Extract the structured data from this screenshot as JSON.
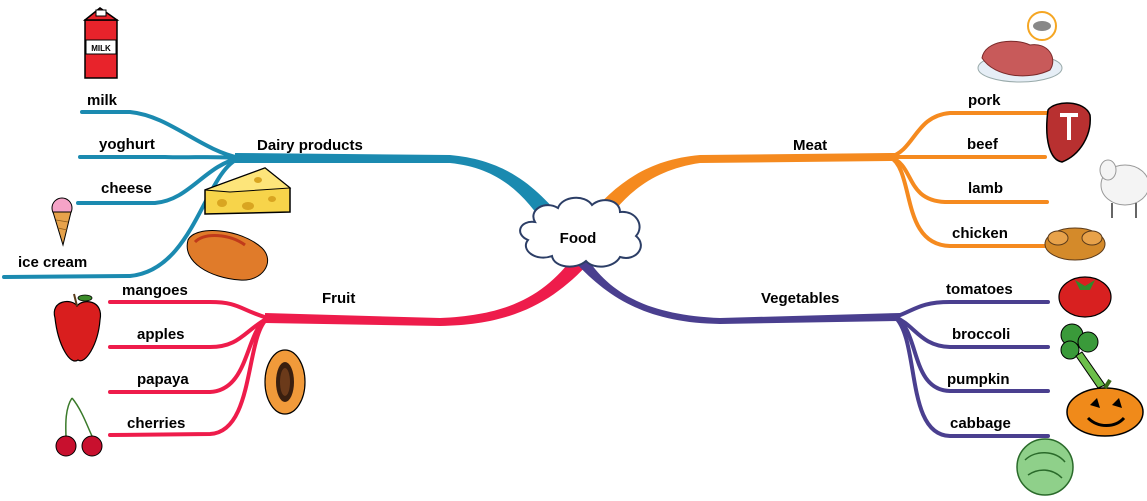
{
  "center": {
    "label": "Food"
  },
  "branches": {
    "dairy": {
      "label": "Dairy products",
      "color": "#1b8ab0",
      "items": [
        "milk",
        "yoghurt",
        "cheese",
        "ice cream"
      ]
    },
    "meat": {
      "label": "Meat",
      "color": "#f58a1f",
      "items": [
        "pork",
        "beef",
        "lamb",
        "chicken"
      ]
    },
    "fruit": {
      "label": "Fruit",
      "color": "#ee1c4b",
      "items": [
        "mangoes",
        "apples",
        "papaya",
        "cherries"
      ]
    },
    "vegetables": {
      "label": "Vegetables",
      "color": "#4a3f8f",
      "items": [
        "tomatoes",
        "broccoli",
        "pumpkin",
        "cabbage"
      ]
    }
  },
  "milk_carton_text": "MILK"
}
